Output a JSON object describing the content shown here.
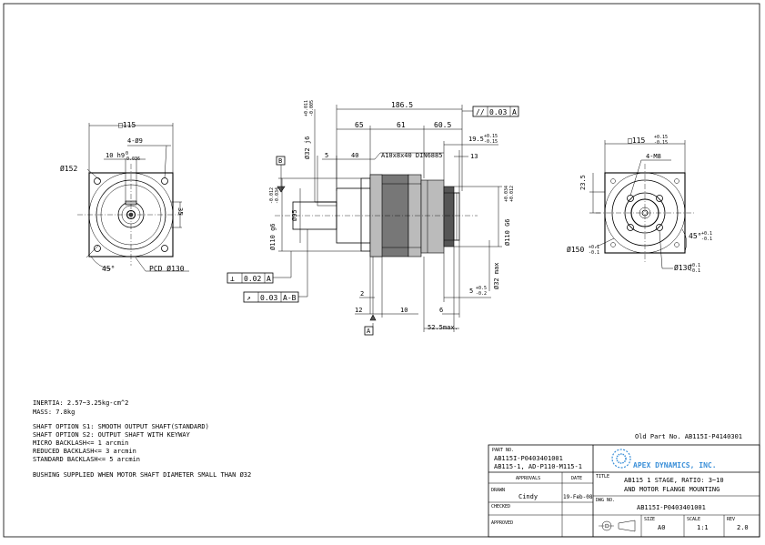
{
  "front_view": {
    "square": "□115",
    "holes": "4-Ø9",
    "keyway": "10 h9(-0.036)",
    "keyway_upper": "0",
    "keyway_lower": "-0.036",
    "od": "Ø152",
    "dim_35": "35",
    "angle": "45°",
    "pcd": "PCD Ø130"
  },
  "side_view": {
    "overall": "186.5",
    "parallel_value": "0.03",
    "parallel_datum": "A",
    "len_65": "65",
    "len_61": "61",
    "len_605": "60.5",
    "shaft_dia": "Ø32 j6",
    "shaft_tol_upper": "+0.011",
    "shaft_tol_lower": "-0.005",
    "len_195": "19.5",
    "tol_195_upper": "+0.15",
    "tol_195_lower": "-0.15",
    "len_5": "5",
    "len_40": "40",
    "key_spec": "A10x8x40 DIN6885",
    "len_13": "13",
    "datum_b": "B",
    "pilot": "Ø110 g6",
    "pilot_tol_upper": "-0.012",
    "pilot_tol_lower": "-0.034",
    "dia_95": "Ø95",
    "motor_pilot": "Ø110 G6",
    "motor_pilot_tol_upper": "+0.034",
    "motor_pilot_tol_lower": "+0.012",
    "motor_shaft_max": "Ø32 max",
    "perp_value": "0.02",
    "perp_datum": "A",
    "runout_value": "0.03",
    "runout_datum": "A-B",
    "len_2": "2",
    "len_5b": "5",
    "tol_5b_upper": "+0.5",
    "tol_5b_lower": "-0.2",
    "len_12": "12",
    "len_10": "10",
    "len_6": "6",
    "len_525": "52.5max.",
    "datum_a": "A"
  },
  "rear_view": {
    "square": "□115",
    "square_tol_upper": "+0.15",
    "square_tol_lower": "-0.15",
    "threads": "4-M8",
    "dim_235": "23.5",
    "od": "Ø150",
    "od_tol_upper": "+0.1",
    "od_tol_lower": "-0.1",
    "angle": "45°",
    "angle_tol_upper": "+0.1",
    "angle_tol_lower": "-0.1",
    "pcd": "Ø130",
    "pcd_tol_upper": "+0.1",
    "pcd_tol_lower": "-0.1"
  },
  "notes": {
    "inertia": "INERTIA:  2.57~3.25kg-cm^2",
    "mass": "MASS: 7.8kg",
    "shaft_s1": "SHAFT OPTION S1: SMOOTH OUTPUT SHAFT(STANDARD)",
    "shaft_s2": "SHAFT OPTION S2: OUTPUT SHAFT WITH KEYWAY",
    "micro": "MICRO BACKLASH<= 1 arcmin",
    "reduced": "REDUCED BACKLASH<= 3 arcmin",
    "standard": "STANDARD BACKLASH<= 5 arcmin",
    "bushing": "BUSHING SUPPLIED WHEN MOTOR SHAFT DIAMETER SMALL THAN Ø32"
  },
  "old_part": "Old Part No. AB115I-P4140301",
  "title_block": {
    "part_no_label": "PART NO.",
    "part_no_1": "AB115I-P0403401001",
    "part_no_2": "AB115-1, AD-P110-M115-1",
    "company": "APEX DYNAMICS, INC.",
    "approvals_label": "APPROVALS",
    "date_label": "DATE",
    "title_label": "TITLE",
    "title_1": "AB115 1 STAGE, RATIO: 3~10",
    "title_2": "AND MOTOR FLANGE MOUNTING",
    "drawn_label": "DRAWN",
    "drawn_by": "Cindy",
    "drawn_date": "19-Feb-08",
    "dwg_label": "DWG NO.",
    "dwg_no": "AB115I-P0403401001",
    "checked_label": "CHECKED",
    "approved_label": "APPROVED",
    "size_label": "SIZE",
    "size": "A0",
    "scale_label": "SCALE",
    "scale": "1:1",
    "rev_label": "REV",
    "rev": "2.0"
  },
  "colors": {
    "logo_blue": "#3a8fd8",
    "ink": "#000000",
    "housing_gray": "#777777"
  }
}
